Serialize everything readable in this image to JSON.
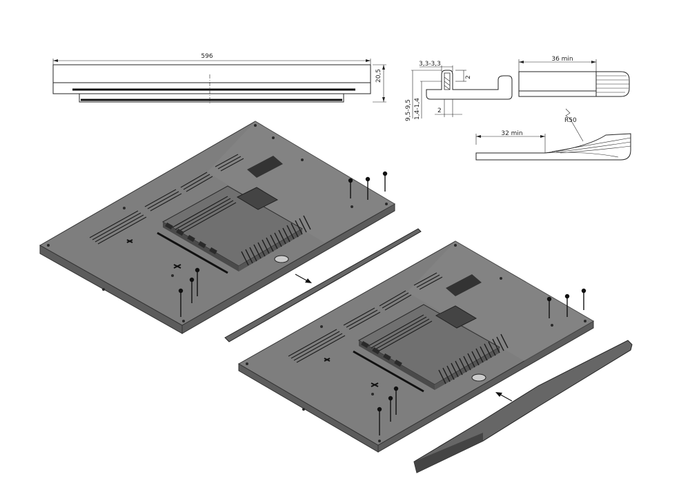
{
  "dimensions": {
    "width_total": "596",
    "height_total": "20,5",
    "groove_width": "3,3-3,3",
    "groove_top": "2",
    "groove_bottom": "2",
    "depth_outer": "9,5-9,5",
    "depth_inner": "1,4-1,4",
    "min_length_1": "36 min",
    "min_length_2": "32 min",
    "radius": "R50"
  },
  "colors": {
    "panel": "#7e7e7e",
    "panel_edge": "#5c5c5c",
    "line": "#222222"
  },
  "icons": [
    "screw-icon",
    "arrow-icon",
    "vent-slots",
    "connector-ports"
  ]
}
